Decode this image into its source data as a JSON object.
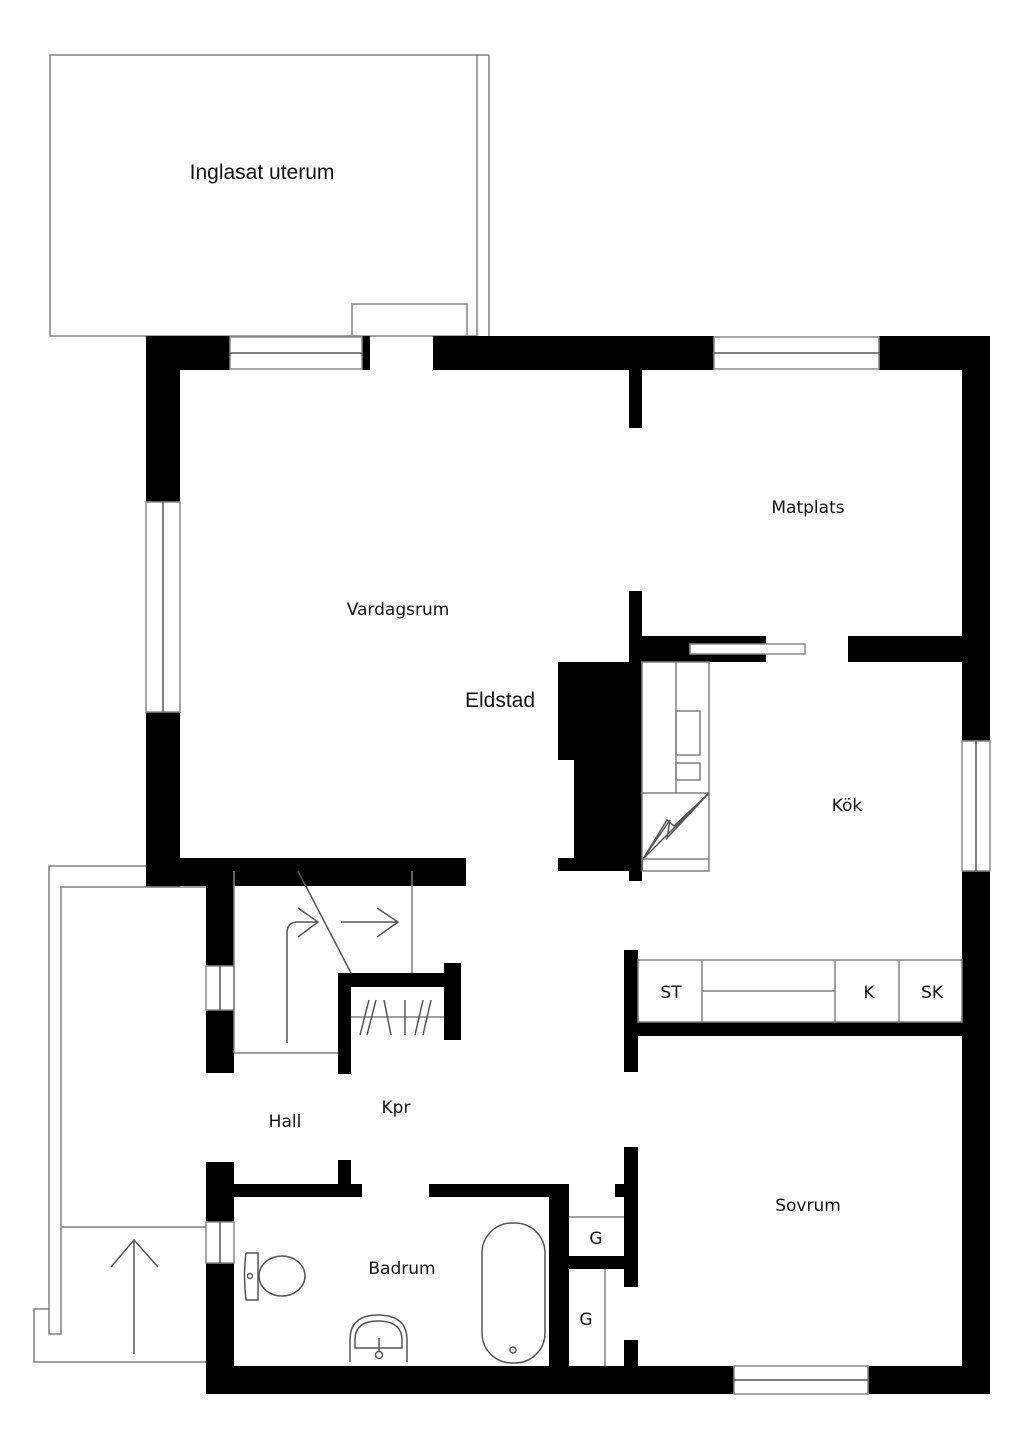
{
  "plan": {
    "rooms": [
      {
        "id": "uterum",
        "label": "Inglasat uterum"
      },
      {
        "id": "vardagsrum",
        "label": "Vardagsrum"
      },
      {
        "id": "matplats",
        "label": "Matplats"
      },
      {
        "id": "eldstad",
        "label": "Eldstad"
      },
      {
        "id": "kok",
        "label": "Kök"
      },
      {
        "id": "hall",
        "label": "Hall"
      },
      {
        "id": "kpr",
        "label": "Kpr"
      },
      {
        "id": "badrum",
        "label": "Badrum"
      },
      {
        "id": "sovrum",
        "label": "Sovrum"
      }
    ],
    "fixtures": {
      "st": "ST",
      "k": "K",
      "sk": "SK",
      "g1": "G",
      "g2": "G"
    },
    "colors": {
      "wall": "#000000",
      "line": "#808080",
      "background": "#ffffff"
    }
  }
}
